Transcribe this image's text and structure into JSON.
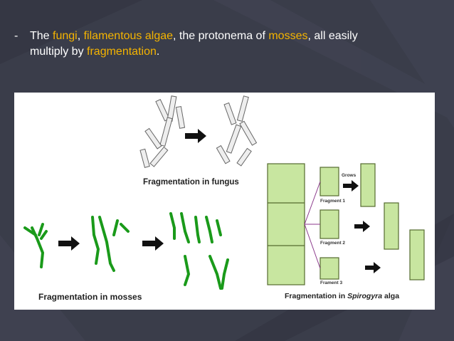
{
  "slide": {
    "bullet_dash": "-",
    "text_parts": {
      "p1": "The ",
      "fungi": "fungi",
      "p2": ", ",
      "algae": "filamentous algae",
      "p3": ", the protonema of ",
      "mosses": "mosses",
      "p4": ", all easily multiply by ",
      "frag": "fragmentation",
      "p5": "."
    },
    "highlight_color": "#f5b400"
  },
  "figure": {
    "fungus_caption": "Fragmentation in fungus",
    "mosses_caption": "Fragmentation in mosses",
    "spirogyra_caption_pre": "Fragmentation in ",
    "spirogyra_caption_italic": "Spirogyra",
    "spirogyra_caption_post": " alga",
    "labels": {
      "grows": "Grows",
      "fragment1": "Fragment 1",
      "fragment2": "Fragment 2",
      "fragment3": "Frament 3"
    }
  }
}
